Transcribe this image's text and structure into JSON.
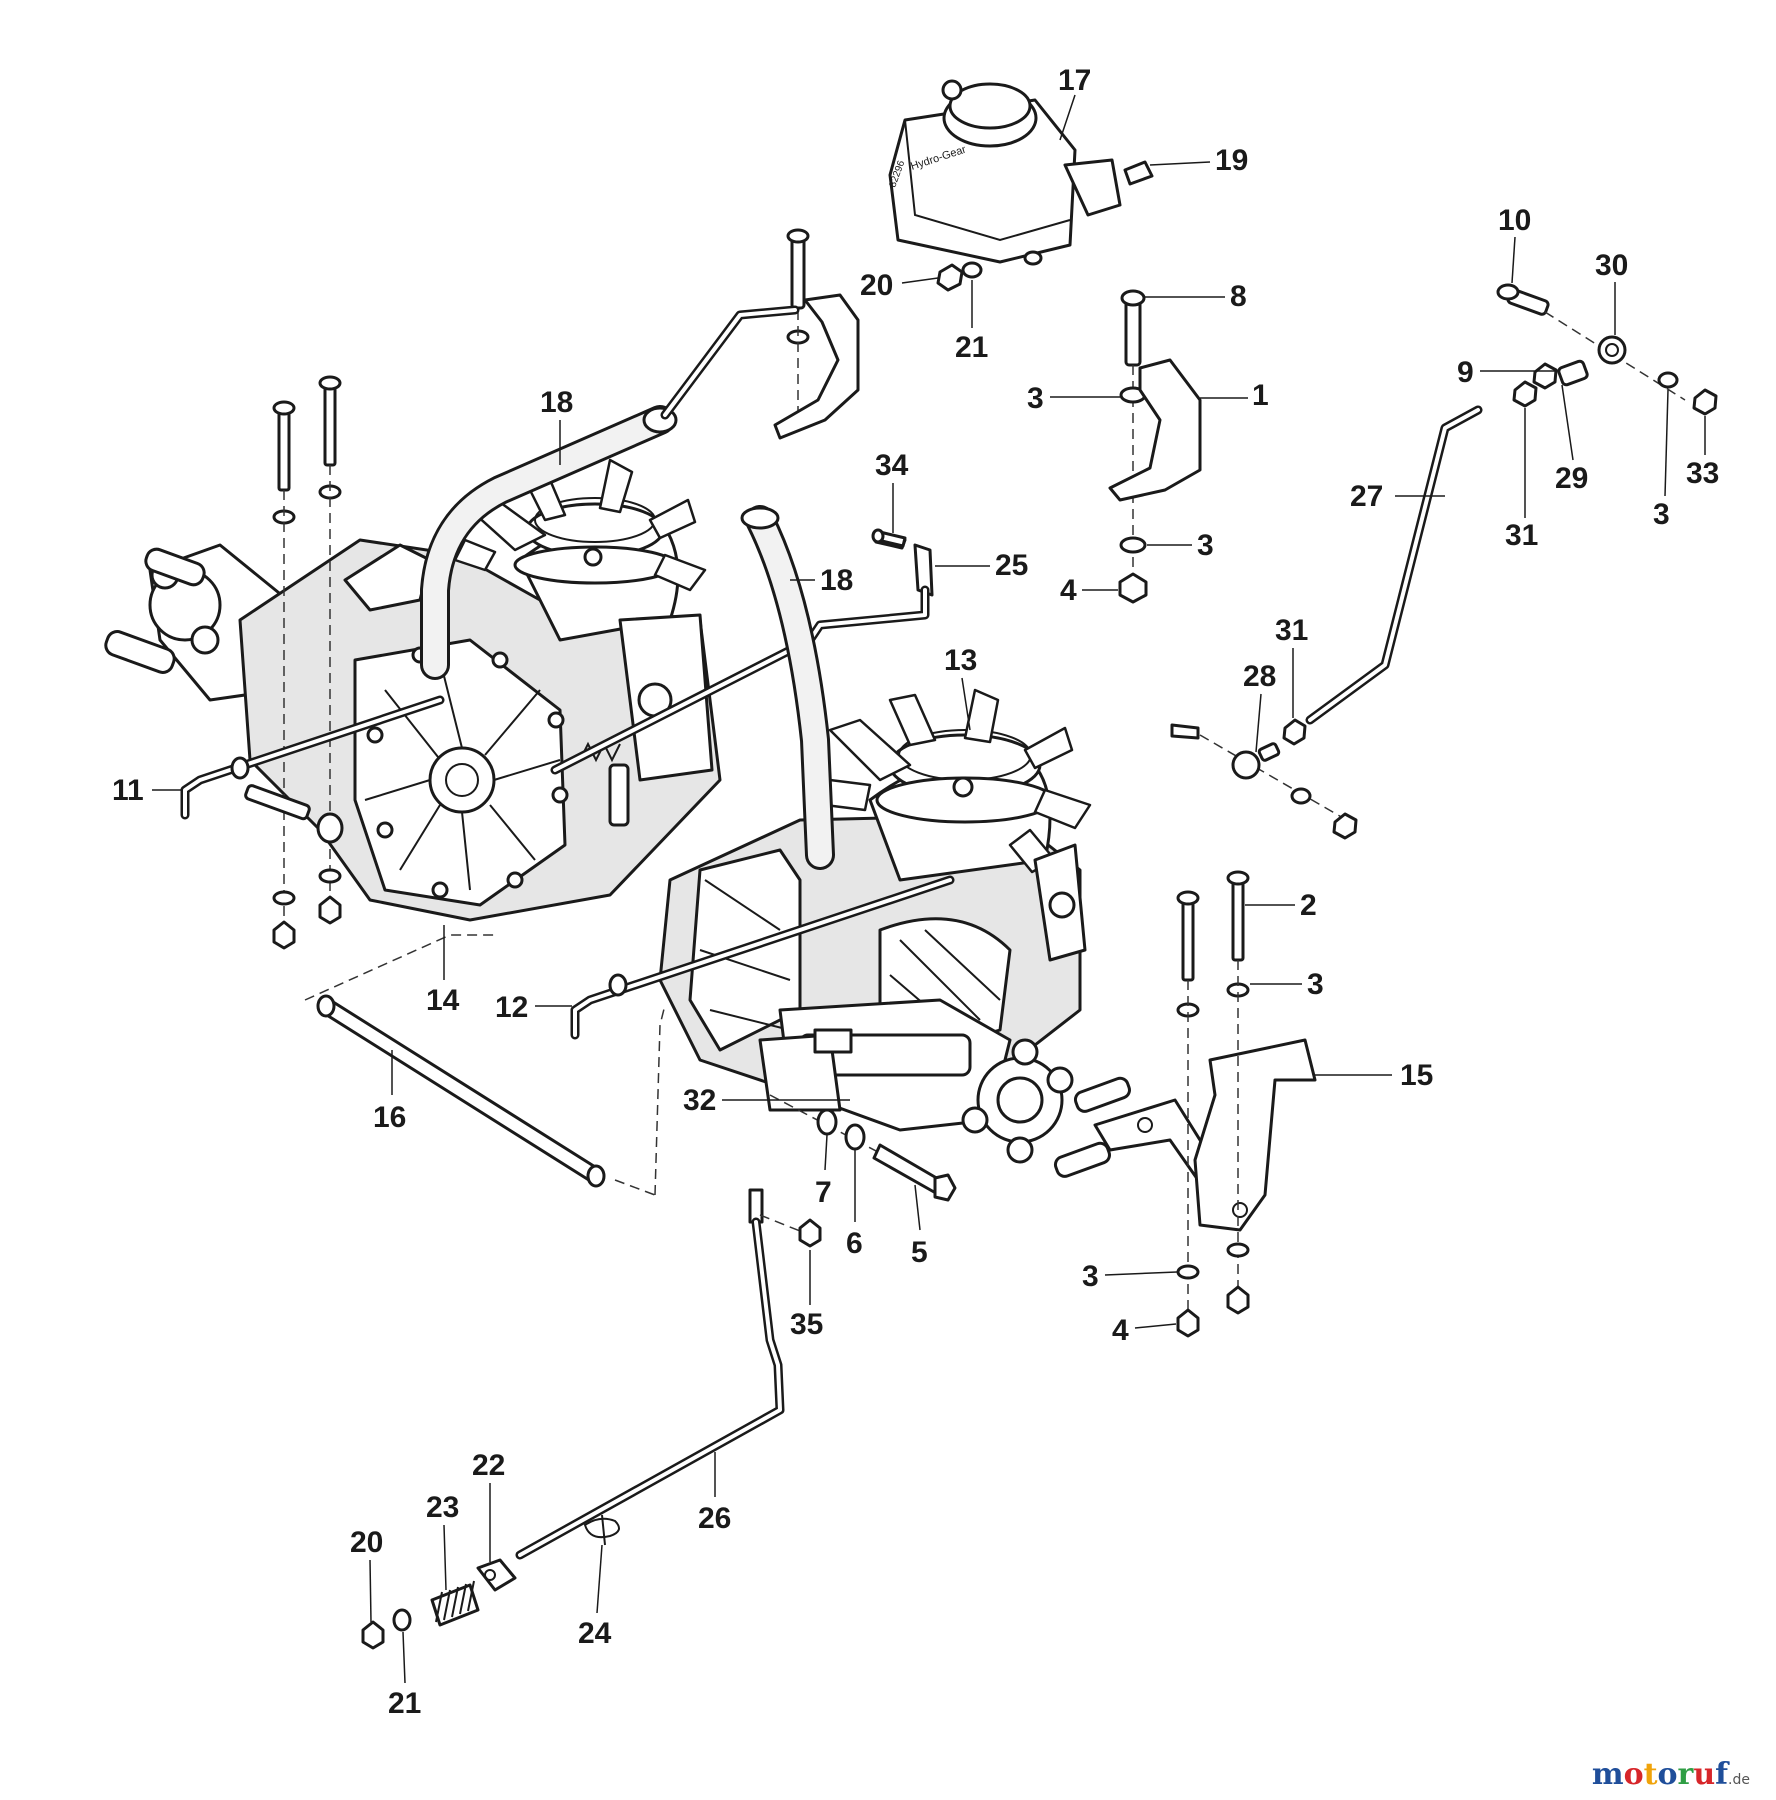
{
  "diagram": {
    "callouts": [
      {
        "id": "17",
        "label": "17"
      },
      {
        "id": "19",
        "label": "19"
      },
      {
        "id": "20a",
        "label": "20"
      },
      {
        "id": "21a",
        "label": "21"
      },
      {
        "id": "8",
        "label": "8"
      },
      {
        "id": "1",
        "label": "1"
      },
      {
        "id": "3a",
        "label": "3"
      },
      {
        "id": "3b",
        "label": "3"
      },
      {
        "id": "4a",
        "label": "4"
      },
      {
        "id": "10",
        "label": "10"
      },
      {
        "id": "30",
        "label": "30"
      },
      {
        "id": "9",
        "label": "9"
      },
      {
        "id": "27",
        "label": "27"
      },
      {
        "id": "31a",
        "label": "31"
      },
      {
        "id": "29",
        "label": "29"
      },
      {
        "id": "3c",
        "label": "3"
      },
      {
        "id": "33",
        "label": "33"
      },
      {
        "id": "18a",
        "label": "18"
      },
      {
        "id": "34",
        "label": "34"
      },
      {
        "id": "25",
        "label": "25"
      },
      {
        "id": "18b",
        "label": "18"
      },
      {
        "id": "31b",
        "label": "31"
      },
      {
        "id": "28",
        "label": "28"
      },
      {
        "id": "13",
        "label": "13"
      },
      {
        "id": "11",
        "label": "11"
      },
      {
        "id": "14",
        "label": "14"
      },
      {
        "id": "2",
        "label": "2"
      },
      {
        "id": "3d",
        "label": "3"
      },
      {
        "id": "12",
        "label": "12"
      },
      {
        "id": "15",
        "label": "15"
      },
      {
        "id": "16",
        "label": "16"
      },
      {
        "id": "32",
        "label": "32"
      },
      {
        "id": "7",
        "label": "7"
      },
      {
        "id": "6",
        "label": "6"
      },
      {
        "id": "5",
        "label": "5"
      },
      {
        "id": "3e",
        "label": "3"
      },
      {
        "id": "4b",
        "label": "4"
      },
      {
        "id": "35",
        "label": "35"
      },
      {
        "id": "26",
        "label": "26"
      },
      {
        "id": "22",
        "label": "22"
      },
      {
        "id": "23",
        "label": "23"
      },
      {
        "id": "20b",
        "label": "20"
      },
      {
        "id": "21b",
        "label": "21"
      },
      {
        "id": "24",
        "label": "24"
      }
    ],
    "tank_label": "Hydro-Gear",
    "tank_code": "82296"
  },
  "watermark": {
    "letters": [
      "m",
      "o",
      "t",
      "o",
      "r",
      "u",
      "f"
    ],
    "letter_colors": [
      "#1f4e9a",
      "#d7262a",
      "#f0a30a",
      "#1f4e9a",
      "#2f9e44",
      "#d7262a",
      "#1f4e9a"
    ],
    "domain": ".de"
  }
}
